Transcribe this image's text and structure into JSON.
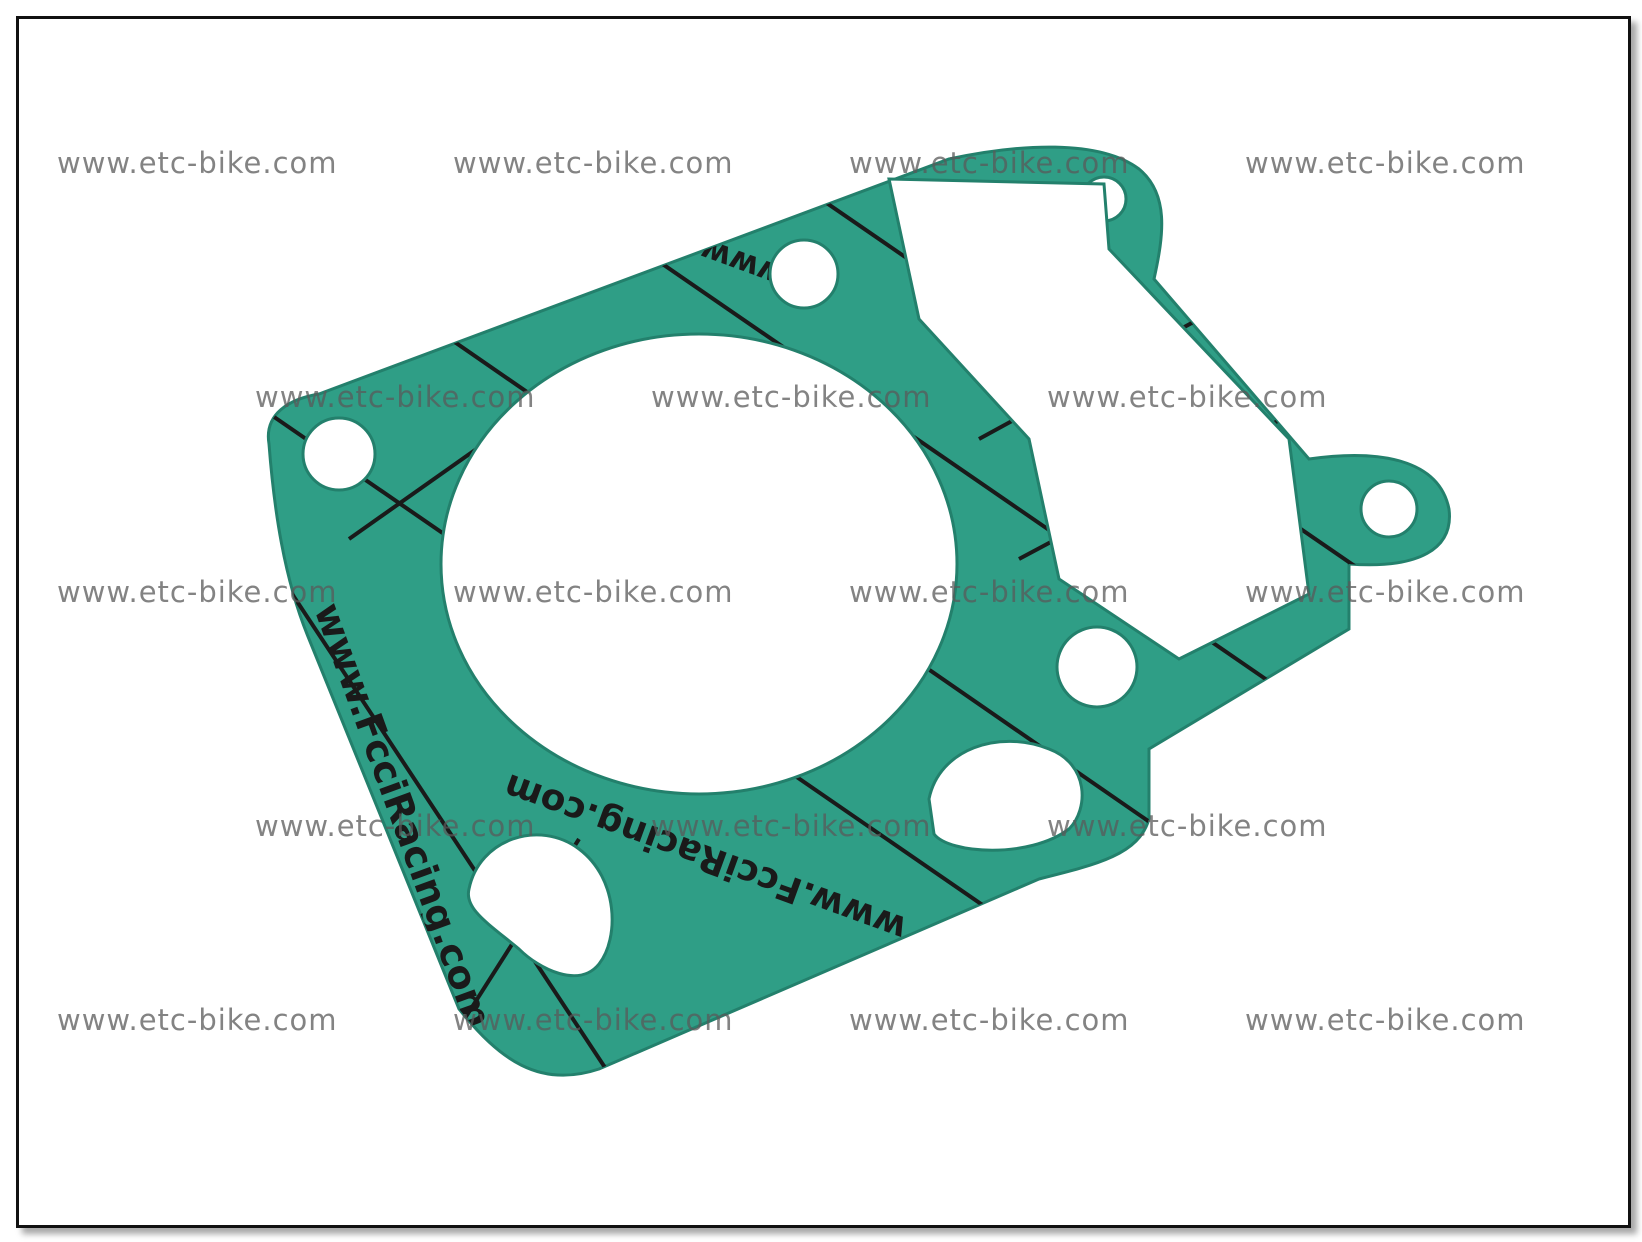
{
  "image": {
    "subject": "cylinder-base-gasket",
    "background_color": "#ffffff",
    "gasket_color": "#2f9e86",
    "print_color": "#1a1a1a"
  },
  "watermark": {
    "text": "www.etc-bike.com"
  },
  "gasket_print": {
    "repeat_text": "www.FcciRacing.com"
  }
}
